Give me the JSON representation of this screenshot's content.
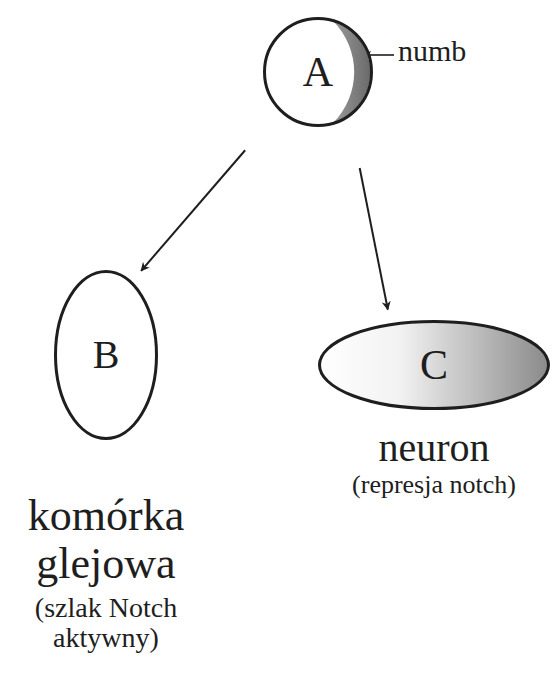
{
  "diagram": {
    "nodes": [
      {
        "text": [
          "A"
        ]
      },
      {
        "text": [
          "B",
          "komórka glejowa",
          "(szlak Notch aktywny)"
        ]
      },
      {
        "text": [
          "C",
          "neuron",
          "(represja notch)"
        ]
      }
    ],
    "edges": [
      {
        "from": 0,
        "to": 1,
        "arrow": "to"
      },
      {
        "from": 0,
        "to": 2,
        "arrow": "to"
      }
    ],
    "labels": [
      "numb"
    ]
  }
}
